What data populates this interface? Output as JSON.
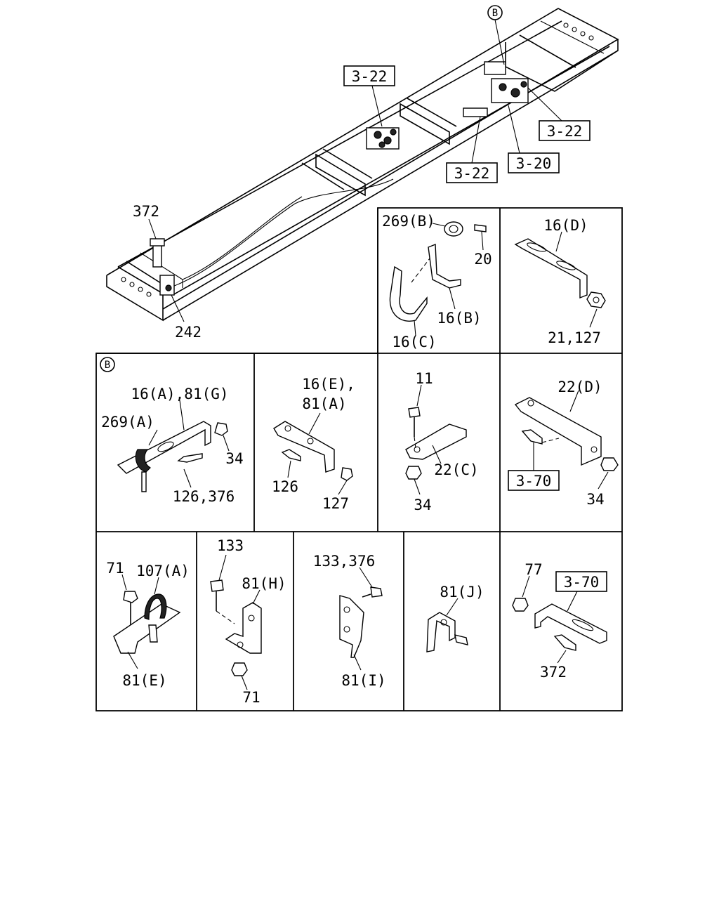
{
  "overview": {
    "refs": [
      "3-22",
      "3-22",
      "3-22",
      "3-20"
    ],
    "callouts": [
      "372",
      "242"
    ],
    "marker": "B"
  },
  "panels": {
    "p1": {
      "labels": [
        "269(B)",
        "20",
        "16(B)",
        "16(C)"
      ]
    },
    "p2": {
      "labels": [
        "16(D)",
        "21,127"
      ]
    },
    "p3": {
      "marker": "B",
      "labels": [
        "16(A),81(G)",
        "269(A)",
        "34",
        "126,376"
      ]
    },
    "p4": {
      "labels": [
        "16(E),",
        "81(A)",
        "126",
        "127"
      ]
    },
    "p5": {
      "labels": [
        "11",
        "22(C)",
        "34"
      ]
    },
    "p6": {
      "labels": [
        "22(D)",
        "34"
      ],
      "ref": "3-70"
    },
    "p7": {
      "labels": [
        "71",
        "107(A)",
        "81(E)"
      ]
    },
    "p8": {
      "labels": [
        "133",
        "81(H)",
        "71"
      ]
    },
    "p9": {
      "labels": [
        "133,376",
        "81(I)"
      ]
    },
    "p10": {
      "labels": [
        "81(J)"
      ]
    },
    "p11": {
      "labels": [
        "77",
        "372"
      ],
      "ref": "3-70"
    }
  }
}
